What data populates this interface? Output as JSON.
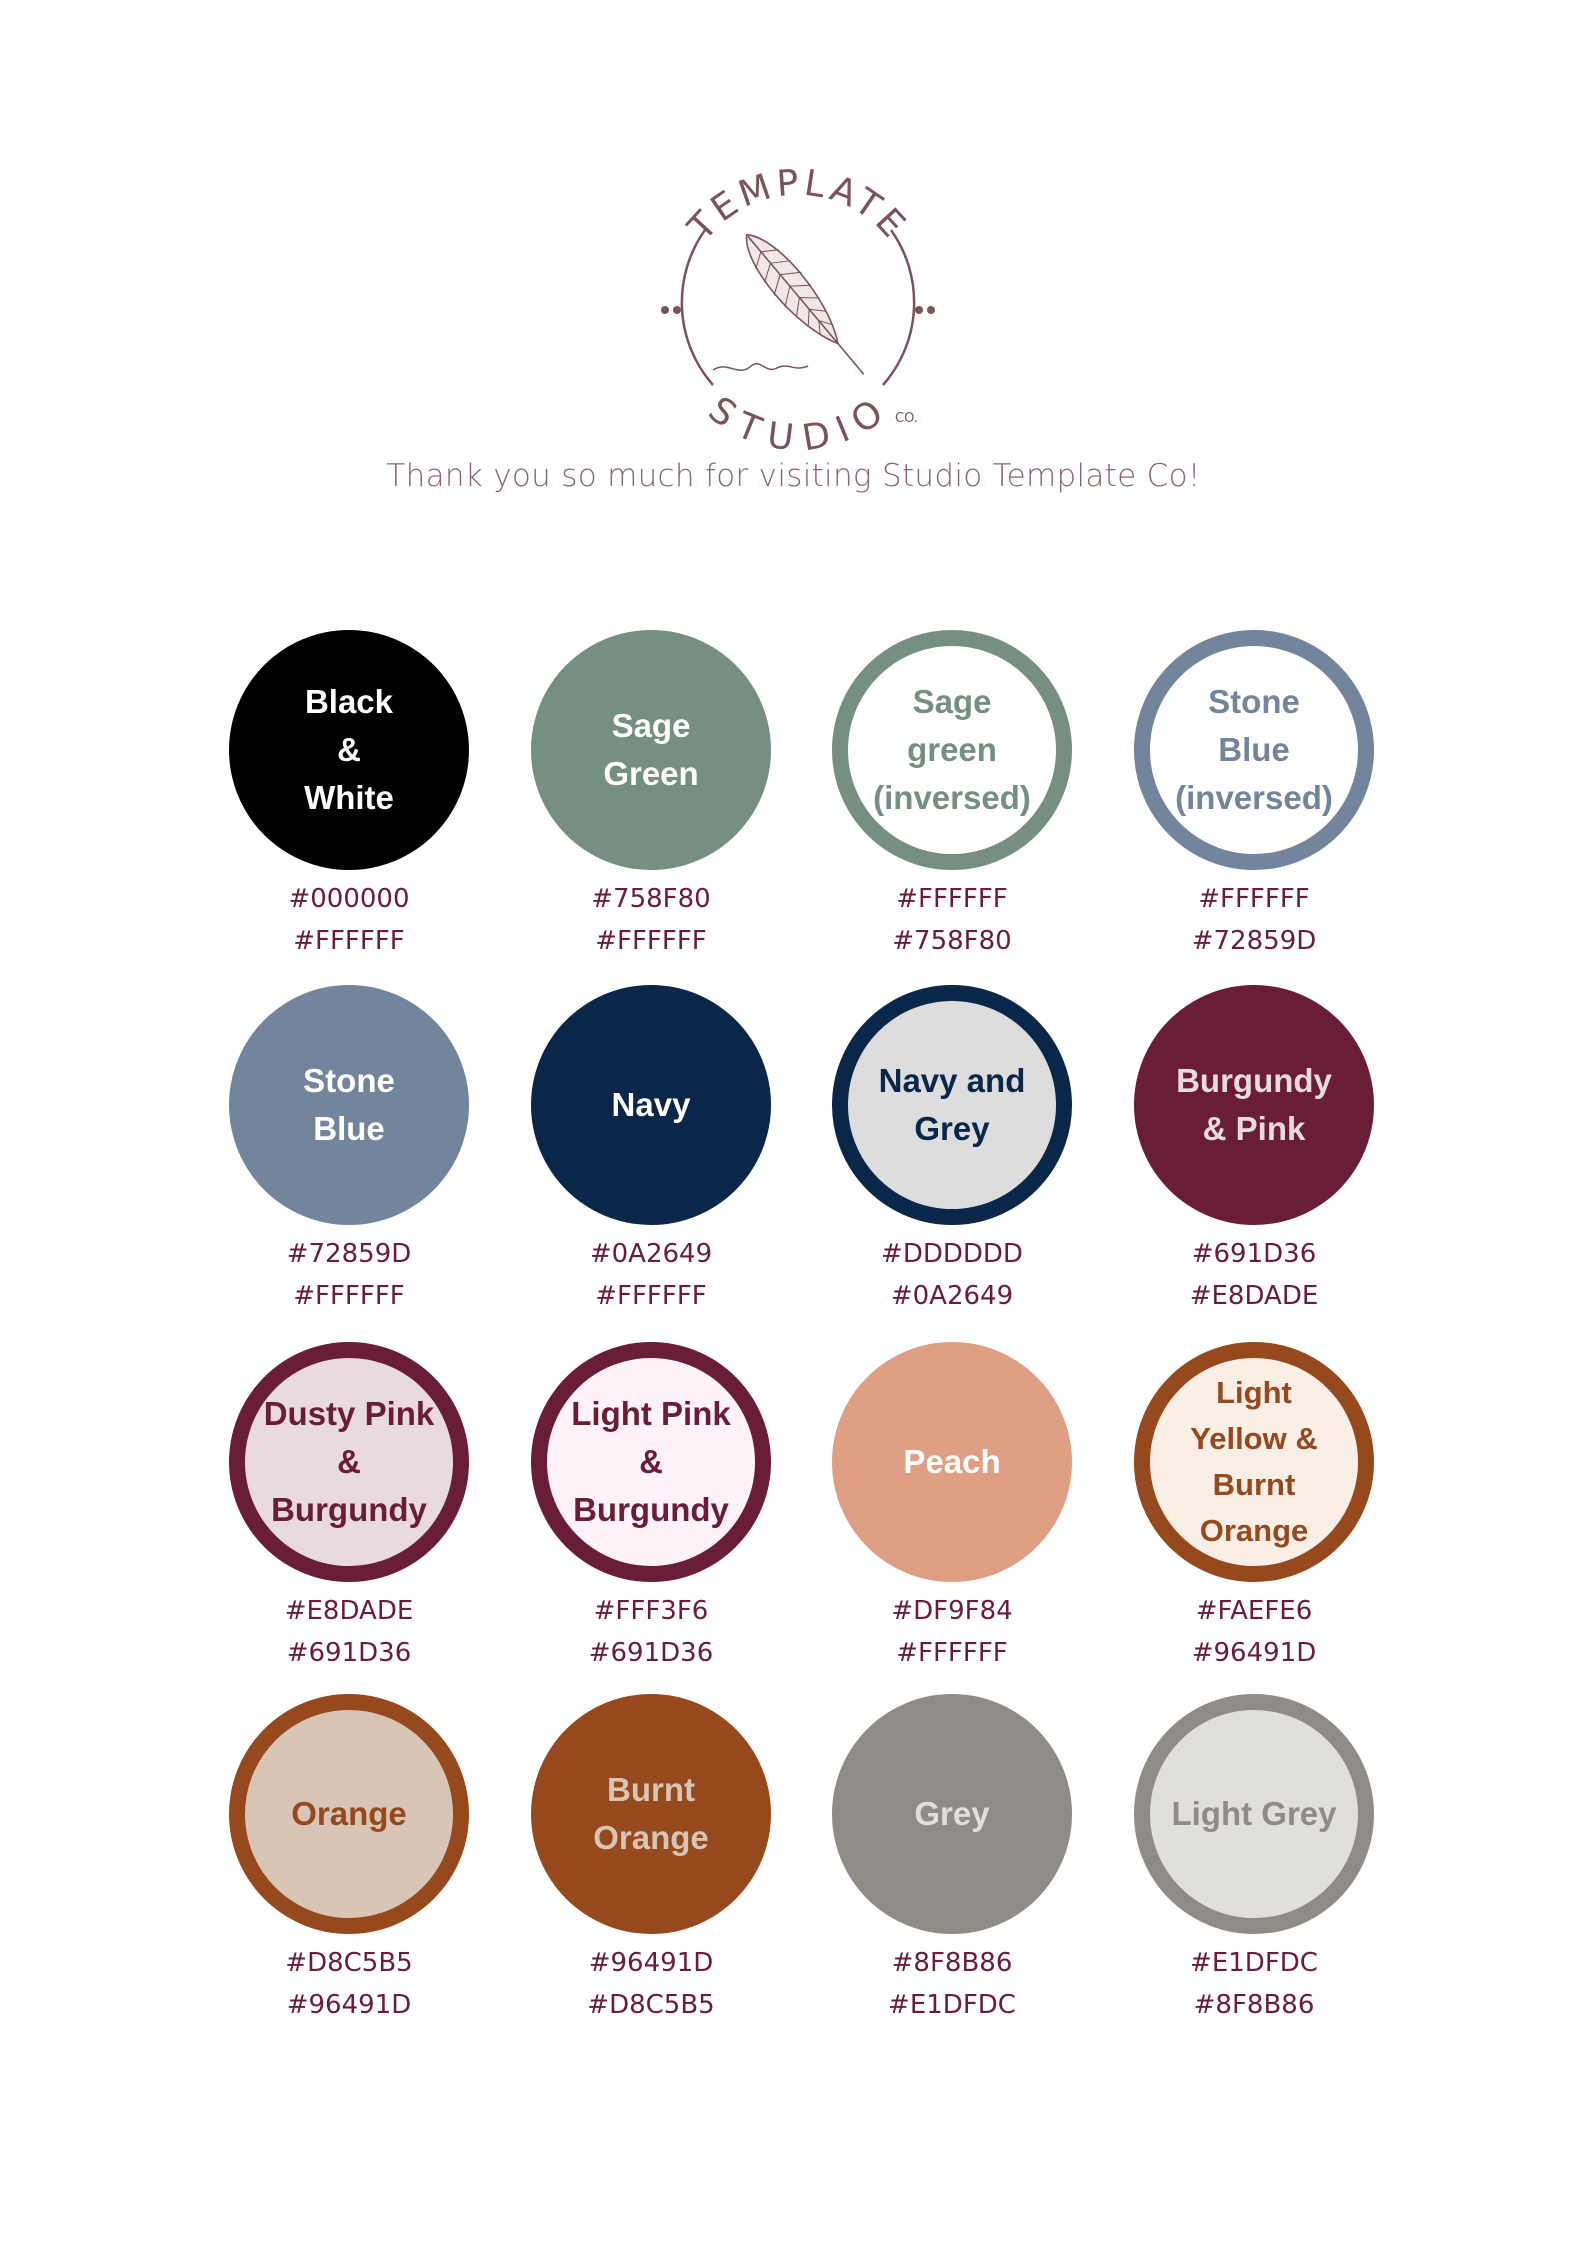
{
  "logo": {
    "top_word": "TEMPLATE",
    "bottom_word": "STUDIO",
    "suffix": "CO.",
    "color": "#7a5458"
  },
  "tagline": "Thank you so much for visiting Studio Template Co!",
  "swatches": [
    {
      "label": "Black\n&\nWhite",
      "fill": "#000000",
      "ring": "#000000",
      "text_color": "#FFFFFF",
      "hex1": "#000000",
      "hex2": "#FFFFFF"
    },
    {
      "label": "Sage\nGreen",
      "fill": "#758F80",
      "ring": "#758F80",
      "text_color": "#FFFFFF",
      "hex1": "#758F80",
      "hex2": "#FFFFFF"
    },
    {
      "label": "Sage\ngreen\n(inversed)",
      "fill": "#FFFFFF",
      "ring": "#758F80",
      "text_color": "#758F80",
      "hex1": "#FFFFFF",
      "hex2": "#758F80"
    },
    {
      "label": "Stone\nBlue\n(inversed)",
      "fill": "#FFFFFF",
      "ring": "#72859D",
      "text_color": "#72859D",
      "hex1": "#FFFFFF",
      "hex2": "#72859D"
    },
    {
      "label": "Stone\nBlue",
      "fill": "#72859D",
      "ring": "#72859D",
      "text_color": "#FFFFFF",
      "hex1": "#72859D",
      "hex2": "#FFFFFF"
    },
    {
      "label": "Navy",
      "fill": "#0A2649",
      "ring": "#0A2649",
      "text_color": "#FFFFFF",
      "hex1": "#0A2649",
      "hex2": "#FFFFFF"
    },
    {
      "label": "Navy and\nGrey",
      "fill": "#DDDDDD",
      "ring": "#0A2649",
      "text_color": "#0A2649",
      "hex1": "#DDDDDD",
      "hex2": "#0A2649"
    },
    {
      "label": "Burgundy\n& Pink",
      "fill": "#691D36",
      "ring": "#691D36",
      "text_color": "#E8DADE",
      "hex1": "#691D36",
      "hex2": "#E8DADE"
    },
    {
      "label": "Dusty Pink\n&\nBurgundy",
      "fill": "#E8DADE",
      "ring": "#691D36",
      "text_color": "#691D36",
      "hex1": "#E8DADE",
      "hex2": "#691D36"
    },
    {
      "label": "Light Pink\n&\nBurgundy",
      "fill": "#FFF3F6",
      "ring": "#691D36",
      "text_color": "#691D36",
      "hex1": "#FFF3F6",
      "hex2": "#691D36"
    },
    {
      "label": "Peach",
      "fill": "#DF9F84",
      "ring": "#DF9F84",
      "text_color": "#FFFFFF",
      "hex1": "#DF9F84",
      "hex2": "#FFFFFF"
    },
    {
      "label": "Light\nYellow &\nBurnt\nOrange",
      "fill": "#FAEFE6",
      "ring": "#96491D",
      "text_color": "#96491D",
      "hex1": "#FAEFE6",
      "hex2": "#96491D"
    },
    {
      "label": "Orange",
      "fill": "#D8C5B5",
      "ring": "#96491D",
      "text_color": "#96491D",
      "hex1": "#D8C5B5",
      "hex2": "#96491D"
    },
    {
      "label": "Burnt\nOrange",
      "fill": "#96491D",
      "ring": "#96491D",
      "text_color": "#D8C5B5",
      "hex1": "#96491D",
      "hex2": "#D8C5B5"
    },
    {
      "label": "Grey",
      "fill": "#8F8B86",
      "ring": "#8F8B86",
      "text_color": "#E1DFDC",
      "hex1": "#8F8B86",
      "hex2": "#E1DFDC"
    },
    {
      "label": "Light Grey",
      "fill": "#E1DFDC",
      "ring": "#8F8B86",
      "text_color": "#8F8B86",
      "hex1": "#E1DFDC",
      "hex2": "#8F8B86"
    }
  ]
}
